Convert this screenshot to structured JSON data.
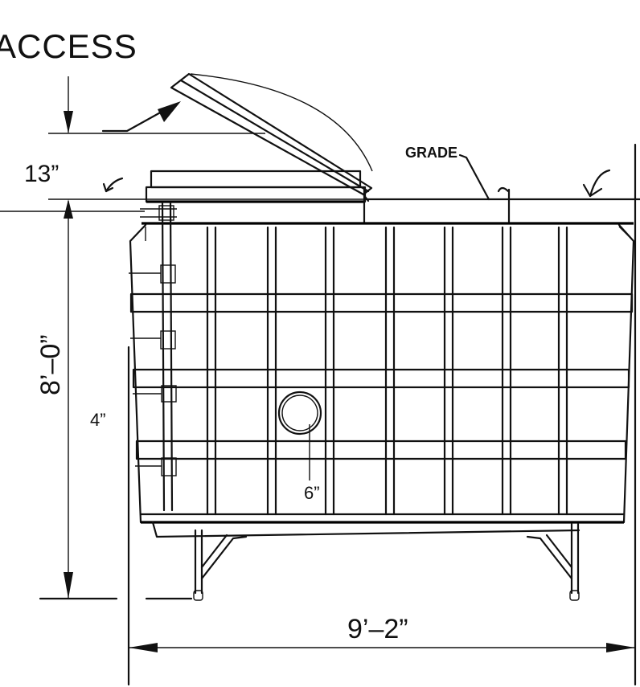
{
  "labels": {
    "access": "ACCESS",
    "grade": "GRADE"
  },
  "dimensions": {
    "top_offset": "13”",
    "height": "8’–0”",
    "pipe_left": "4”",
    "pipe_circle": "6”",
    "width": "9’–2”"
  }
}
